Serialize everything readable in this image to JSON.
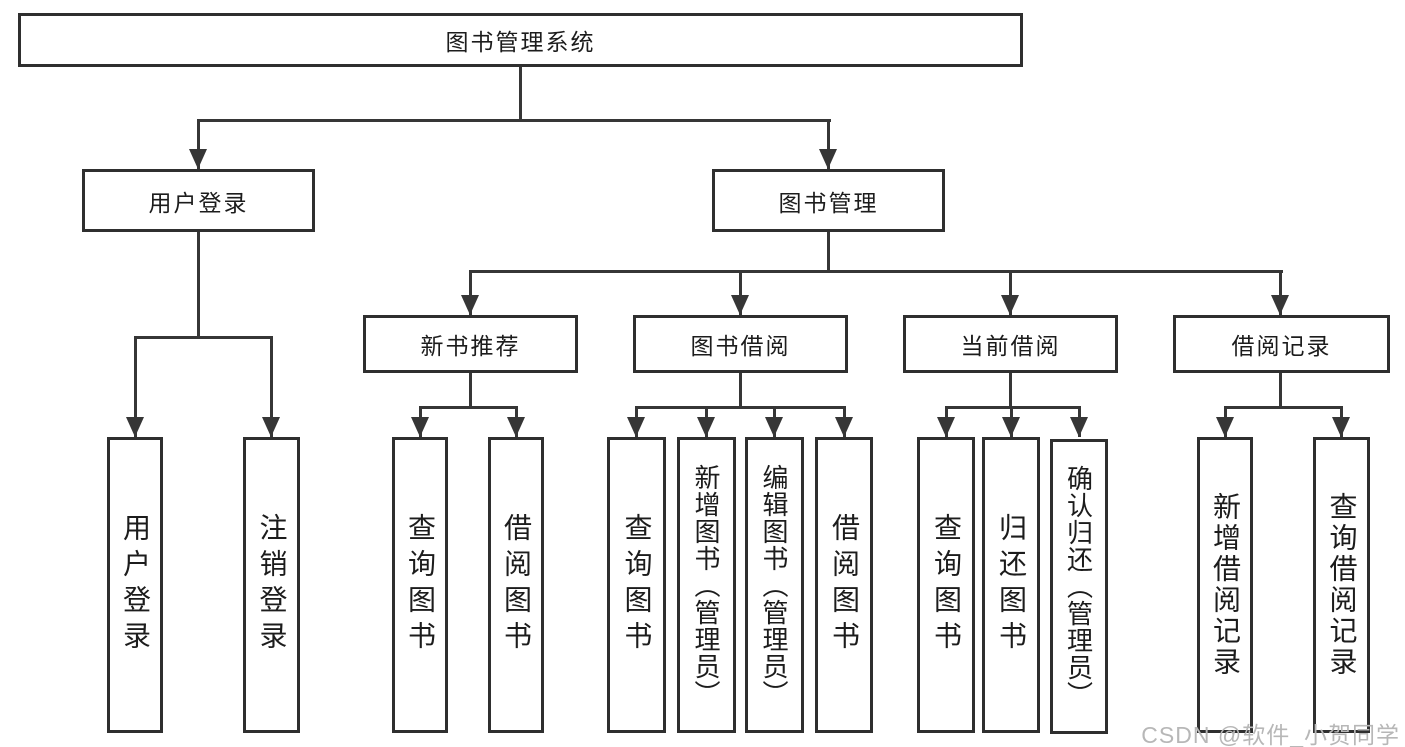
{
  "diagram": {
    "root": {
      "label": "图书管理系统"
    },
    "branches": [
      {
        "label": "用户登录",
        "children": [
          {
            "label": "用户登录"
          },
          {
            "label": "注销登录"
          }
        ]
      },
      {
        "label": "图书管理",
        "children": [
          {
            "label": "新书推荐",
            "children": [
              {
                "label": "查询图书"
              },
              {
                "label": "借阅图书"
              }
            ]
          },
          {
            "label": "图书借阅",
            "children": [
              {
                "label": "查询图书"
              },
              {
                "label": "新增图书（管理员）"
              },
              {
                "label": "编辑图书（管理员）"
              },
              {
                "label": "借阅图书"
              }
            ]
          },
          {
            "label": "当前借阅",
            "children": [
              {
                "label": "查询图书"
              },
              {
                "label": "归还图书"
              },
              {
                "label": "确认归还（管理员）"
              }
            ]
          },
          {
            "label": "借阅记录",
            "children": [
              {
                "label": "新增借阅记录"
              },
              {
                "label": "查询借阅记录"
              }
            ]
          }
        ]
      }
    ]
  },
  "watermark": {
    "text": "CSDN @软件_小贺同学"
  },
  "colors": {
    "line": "#363636",
    "box_border": "#2f2f2f",
    "text": "#1c1c1c",
    "watermark": "#b7b7b7",
    "background": "#ffffff"
  }
}
